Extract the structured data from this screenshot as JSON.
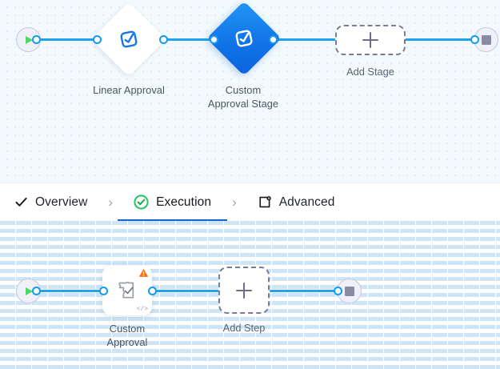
{
  "top_canvas": {
    "name": "stage-designer",
    "start_node": {
      "icon": "play-icon",
      "title": "Start"
    },
    "end_node": {
      "icon": "stop-icon",
      "title": "End"
    },
    "stages": [
      {
        "id": "linear-approval",
        "label": "Linear Approval",
        "icon": "approval-stage-icon",
        "selected": false
      },
      {
        "id": "custom-approval-stage",
        "label": "Custom\nApproval Stage",
        "icon": "approval-stage-icon",
        "selected": true
      }
    ],
    "add_stage": {
      "label": "Add Stage",
      "icon": "plus-icon"
    }
  },
  "tabs": {
    "items": [
      {
        "id": "overview",
        "label": "Overview",
        "icon": "check-icon",
        "active": false
      },
      {
        "id": "execution",
        "label": "Execution",
        "icon": "check-circle-icon",
        "active": true
      },
      {
        "id": "advanced",
        "label": "Advanced",
        "icon": "box-gear-icon",
        "active": false
      }
    ],
    "separator": "›"
  },
  "bottom_canvas": {
    "name": "step-designer",
    "start_node": {
      "icon": "play-icon",
      "title": "Start"
    },
    "end_node": {
      "icon": "stop-icon",
      "title": "End"
    },
    "steps": [
      {
        "id": "custom-approval",
        "label": "Custom\nApproval",
        "icon": "puzzle-check-icon",
        "warning": true,
        "code_badge": "</>"
      }
    ],
    "add_step": {
      "label": "Add Step",
      "icon": "plus-icon"
    }
  },
  "colors": {
    "accent_blue": "#139bf0",
    "stage_blue": "#1174e8",
    "tab_underline": "#1268cf",
    "success_green": "#22c55e",
    "warning_orange": "#f97316",
    "canvas_top_bg": "#f2fafd",
    "grid_dot": "#c3ced6"
  }
}
